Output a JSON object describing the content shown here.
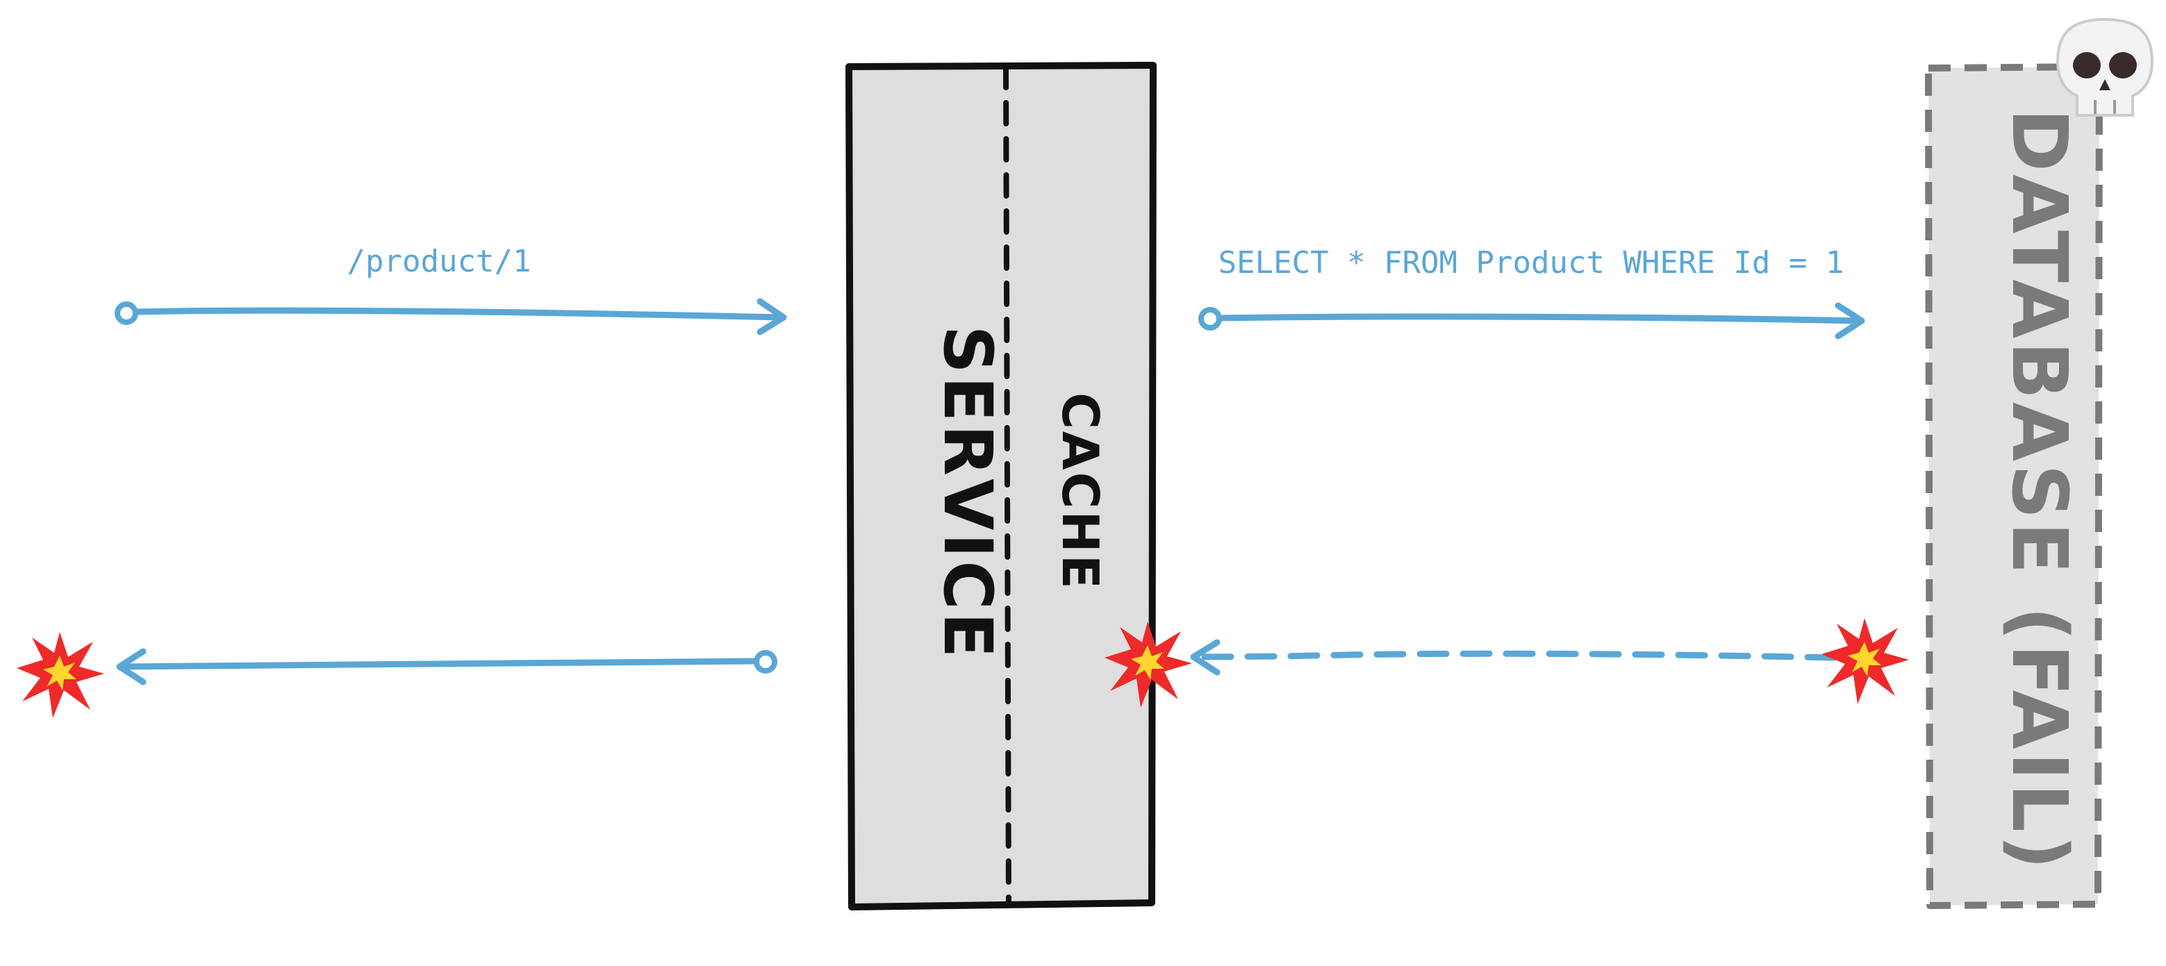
{
  "labels": {
    "request_path": "/product/1",
    "sql_query": "SELECT * FROM Product WHERE Id = 1",
    "service": "SERVICE",
    "cache": "CACHE",
    "database": "DATABASE (FAIL)"
  },
  "icons": {
    "failure_marker": "explosion-icon",
    "dead_database": "skull-icon"
  },
  "colors": {
    "arrow": "#5aa7d6",
    "service_fill": "#dedede",
    "service_stroke": "#111111",
    "database_fill": "#e2e2e2",
    "database_stroke": "#7a7a7a",
    "database_text": "#7a7a7a",
    "explosion_outer": "#ee2a2a",
    "explosion_inner": "#ffd52e"
  }
}
